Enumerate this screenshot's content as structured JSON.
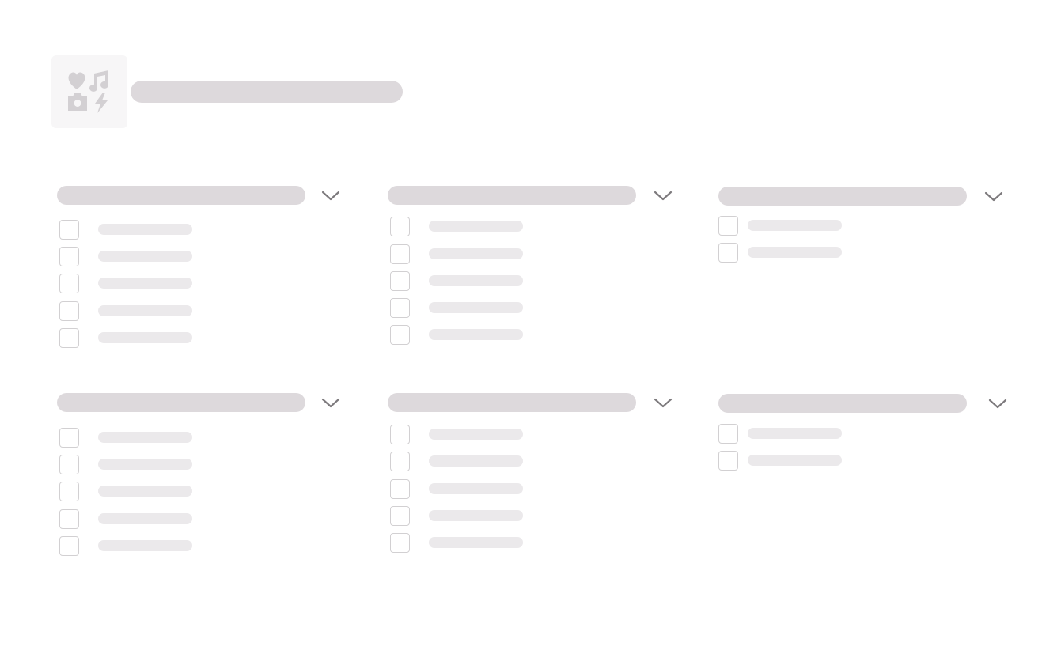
{
  "header": {
    "logo_icon": "heart-music-camera-bolt-icon",
    "title": ""
  },
  "loading_state": "skeleton",
  "skeleton_colors": {
    "block": "#ddd9dc",
    "line": "#ebe9eb",
    "checkbox_border": "#d2d0d2",
    "chevron": "#7d7a7d",
    "logo_bg": "#f7f6f7",
    "logo_glyph": "#d3d0d3"
  },
  "filter_groups": [
    {
      "id": "group-1",
      "title": "",
      "expand_icon": "chevron-down-icon",
      "options": [
        "",
        "",
        "",
        "",
        ""
      ]
    },
    {
      "id": "group-2",
      "title": "",
      "expand_icon": "chevron-down-icon",
      "options": [
        "",
        "",
        "",
        "",
        ""
      ]
    },
    {
      "id": "group-3",
      "title": "",
      "expand_icon": "chevron-down-icon",
      "options": [
        "",
        ""
      ]
    },
    {
      "id": "group-4",
      "title": "",
      "expand_icon": "chevron-down-icon",
      "options": [
        "",
        "",
        "",
        "",
        ""
      ]
    },
    {
      "id": "group-5",
      "title": "",
      "expand_icon": "chevron-down-icon",
      "options": [
        "",
        "",
        "",
        "",
        ""
      ]
    },
    {
      "id": "group-6",
      "title": "",
      "expand_icon": "chevron-down-icon",
      "options": [
        "",
        ""
      ]
    }
  ]
}
